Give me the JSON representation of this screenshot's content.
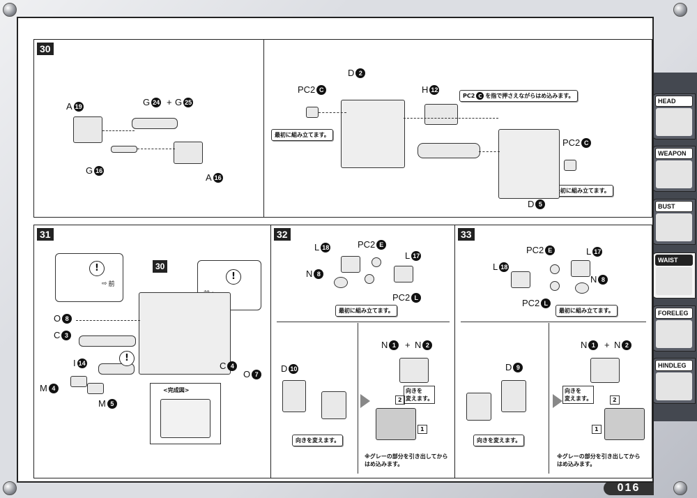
{
  "page_number": "016",
  "sidebar_tabs": [
    {
      "label": "HEAD",
      "active": false
    },
    {
      "label": "WEAPON",
      "active": false
    },
    {
      "label": "BUST",
      "active": false
    },
    {
      "label": "WAIST",
      "active": true
    },
    {
      "label": "FORELEG",
      "active": false
    },
    {
      "label": "HINDLEG",
      "active": false
    }
  ],
  "step30": {
    "number": "30",
    "left": {
      "a19": {
        "letter": "A",
        "num": "19"
      },
      "g24": {
        "letter": "G",
        "num": "24"
      },
      "plus": "+",
      "g25": {
        "letter": "G",
        "num": "25"
      },
      "g16": {
        "letter": "G",
        "num": "16"
      },
      "a16": {
        "letter": "A",
        "num": "16"
      }
    },
    "right": {
      "pc2c_top": {
        "letter": "PC2",
        "num": "C"
      },
      "d2": {
        "letter": "D",
        "num": "2"
      },
      "h12": {
        "letter": "H",
        "num": "12"
      },
      "note_first_left": "最初に組み立てます。",
      "note_press_pre": "PC2",
      "note_press_num": "C",
      "note_press_post": "を指で押さえながらはめ込みます。",
      "pc2c_right": {
        "letter": "PC2",
        "num": "C"
      },
      "note_first_right": "最初に組み立てます。",
      "d5": {
        "letter": "D",
        "num": "5"
      }
    }
  },
  "step31": {
    "number": "31",
    "ref30": "30",
    "o8": {
      "letter": "O",
      "num": "8"
    },
    "c3": {
      "letter": "C",
      "num": "3"
    },
    "i14": {
      "letter": "I",
      "num": "14"
    },
    "m4": {
      "letter": "M",
      "num": "4"
    },
    "m5": {
      "letter": "M",
      "num": "5"
    },
    "c4": {
      "letter": "C",
      "num": "4"
    },
    "o7": {
      "letter": "O",
      "num": "7"
    },
    "inset_left_text": "前",
    "inset_right_text": "前",
    "complete_caption": "<完成図>"
  },
  "step32": {
    "number": "32",
    "l18": {
      "letter": "L",
      "num": "18"
    },
    "pc2e": {
      "letter": "PC2",
      "num": "E"
    },
    "l17": {
      "letter": "L",
      "num": "17"
    },
    "n8": {
      "letter": "N",
      "num": "8"
    },
    "pc2l": {
      "letter": "PC2",
      "num": "L"
    },
    "note_first": "最初に組み立てます。",
    "d10": {
      "letter": "D",
      "num": "10"
    },
    "note_turn": "向きを変えます。",
    "n1": {
      "letter": "N",
      "num": "1"
    },
    "plus": "+",
    "n2": {
      "letter": "N",
      "num": "2"
    },
    "turn_label": "向きを\n変えます。",
    "step_a": "1",
    "step_b": "2",
    "gray_note": "※グレーの部分を引き出してから\nはめ込みます。"
  },
  "step33": {
    "number": "33",
    "pc2e": {
      "letter": "PC2",
      "num": "E"
    },
    "l17": {
      "letter": "L",
      "num": "17"
    },
    "l18": {
      "letter": "L",
      "num": "18"
    },
    "n8": {
      "letter": "N",
      "num": "8"
    },
    "pc2l": {
      "letter": "PC2",
      "num": "L"
    },
    "note_first": "最初に組み立てます。",
    "d9": {
      "letter": "D",
      "num": "9"
    },
    "note_turn": "向きを変えます。",
    "n1": {
      "letter": "N",
      "num": "1"
    },
    "plus": "+",
    "n2": {
      "letter": "N",
      "num": "2"
    },
    "turn_label": "向きを\n変えます。",
    "step_a": "2",
    "step_b": "1",
    "gray_note": "※グレーの部分を引き出してから\nはめ込みます。"
  }
}
